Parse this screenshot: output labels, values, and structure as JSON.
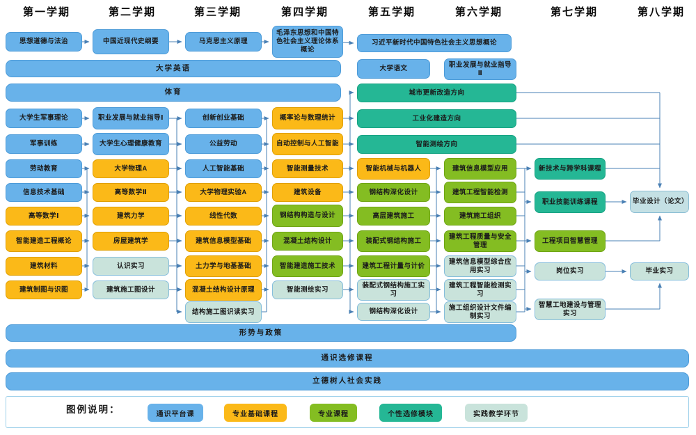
{
  "palette": {
    "blue": "#68B2EA",
    "blue_b": "#4D9BD8",
    "yellow": "#FBB918",
    "yellow_b": "#E09F00",
    "green": "#84BD22",
    "green_b": "#6FA513",
    "teal": "#25B795",
    "teal_b": "#17A383",
    "pale": "#C9E3DB",
    "pale_b": "#86BEDB",
    "paleblue": "#C4E0E4",
    "paleblue_b": "#8BBED4",
    "line": "#4A80B4",
    "legend_border": "#9CCFEA"
  },
  "semesters": [
    "第一学期",
    "第二学期",
    "第三学期",
    "第四学期",
    "第五学期",
    "第六学期",
    "第七学期",
    "第八学期"
  ],
  "courses": [
    {
      "label": "思想道德与法治",
      "type": "blue"
    },
    {
      "label": "中国近现代史纲要",
      "type": "blue"
    },
    {
      "label": "马克思主义原理",
      "type": "blue"
    },
    {
      "label": "毛泽东思想和中国特色社会主义理论体系概论",
      "type": "blue"
    },
    {
      "label": "习近平新时代中国特色社会主义思想概论",
      "type": "blue"
    },
    {
      "label": "大学英语",
      "type": "blue"
    },
    {
      "label": "大学语文",
      "type": "blue"
    },
    {
      "label": "职业发展与就业指导Ⅱ",
      "type": "blue"
    },
    {
      "label": "体育",
      "type": "blue"
    },
    {
      "label": "城市更新改造方向",
      "type": "teal"
    },
    {
      "label": "大学生军事理论",
      "type": "blue"
    },
    {
      "label": "职业发展与就业指导Ⅰ",
      "type": "blue"
    },
    {
      "label": "创新创业基础",
      "type": "blue"
    },
    {
      "label": "概率论与数理统计",
      "type": "yellow"
    },
    {
      "label": "工业化建造方向",
      "type": "teal"
    },
    {
      "label": "军事训练",
      "type": "blue"
    },
    {
      "label": "大学生心理健康教育",
      "type": "blue"
    },
    {
      "label": "公益劳动",
      "type": "blue"
    },
    {
      "label": "自动控制与人工智能",
      "type": "yellow"
    },
    {
      "label": "智能测绘方向",
      "type": "teal"
    },
    {
      "label": "劳动教育",
      "type": "blue"
    },
    {
      "label": "大学物理A",
      "type": "yellow"
    },
    {
      "label": "人工智能基础",
      "type": "blue"
    },
    {
      "label": "智能测量技术",
      "type": "yellow"
    },
    {
      "label": "智能机械与机器人",
      "type": "yellow"
    },
    {
      "label": "建筑信息模型应用",
      "type": "green"
    },
    {
      "label": "新技术与跨学科课程",
      "type": "teal"
    },
    {
      "label": "信息技术基础",
      "type": "blue"
    },
    {
      "label": "高等数学Ⅱ",
      "type": "yellow"
    },
    {
      "label": "大学物理实验A",
      "type": "yellow"
    },
    {
      "label": "建筑设备",
      "type": "yellow"
    },
    {
      "label": "钢结构深化设计",
      "type": "green"
    },
    {
      "label": "建筑工程智能检测",
      "type": "green"
    },
    {
      "label": "职业技能训练课程",
      "type": "teal"
    },
    {
      "label": "毕业设计（论文）",
      "type": "paleblue"
    },
    {
      "label": "高等数学Ⅰ",
      "type": "yellow"
    },
    {
      "label": "建筑力学",
      "type": "yellow"
    },
    {
      "label": "线性代数",
      "type": "yellow"
    },
    {
      "label": "钢结构构造与设计",
      "type": "green"
    },
    {
      "label": "高层建筑施工",
      "type": "green"
    },
    {
      "label": "建筑施工组织",
      "type": "green"
    },
    {
      "label": "智能建造工程概论",
      "type": "yellow"
    },
    {
      "label": "房屋建筑学",
      "type": "yellow"
    },
    {
      "label": "建筑信息模型基础",
      "type": "yellow"
    },
    {
      "label": "混凝土结构设计",
      "type": "green"
    },
    {
      "label": "装配式钢结构施工",
      "type": "green"
    },
    {
      "label": "建筑工程质量与安全管理",
      "type": "green"
    },
    {
      "label": "工程项目智慧管理",
      "type": "green"
    },
    {
      "label": "建筑材料",
      "type": "yellow"
    },
    {
      "label": "认识实习",
      "type": "pale"
    },
    {
      "label": "土力学与地基基础",
      "type": "yellow"
    },
    {
      "label": "智能建造施工技术",
      "type": "green"
    },
    {
      "label": "建筑工程计量与计价",
      "type": "green"
    },
    {
      "label": "建筑信息模型综合应用实习",
      "type": "pale"
    },
    {
      "label": "岗位实习",
      "type": "pale"
    },
    {
      "label": "毕业实习",
      "type": "pale"
    },
    {
      "label": "建筑制图与识图",
      "type": "yellow"
    },
    {
      "label": "建筑施工图设计",
      "type": "pale"
    },
    {
      "label": "混凝土结构设计原理",
      "type": "yellow"
    },
    {
      "label": "智能测绘实习",
      "type": "pale"
    },
    {
      "label": "装配式钢结构施工实习",
      "type": "pale"
    },
    {
      "label": "建筑工程智能检测实习",
      "type": "pale"
    },
    {
      "label": "结构施工图识读实习",
      "type": "pale"
    },
    {
      "label": "钢结构深化设计",
      "type": "pale"
    },
    {
      "label": "施工组织设计文件编制实习",
      "type": "pale"
    },
    {
      "label": "智慧工地建设与管理实习",
      "type": "pale"
    },
    {
      "label": "形势与政策",
      "type": "blue"
    },
    {
      "label": "通识选修课程",
      "type": "blue"
    },
    {
      "label": "立德树人社会实践",
      "type": "blue"
    }
  ],
  "legend": {
    "title": "图例说明：",
    "items": [
      {
        "label": "通识平台课",
        "type": "blue"
      },
      {
        "label": "专业基础课程",
        "type": "yellow"
      },
      {
        "label": "专业课程",
        "type": "green"
      },
      {
        "label": "个性选修模块",
        "type": "teal"
      },
      {
        "label": "实践教学环节",
        "type": "pale"
      }
    ]
  }
}
